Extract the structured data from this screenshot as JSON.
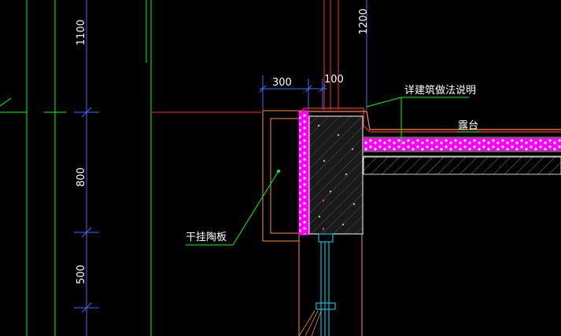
{
  "drawing": {
    "dimensions": {
      "dim_1100": "1100",
      "dim_800": "800",
      "dim_500": "500",
      "dim_1200": "1200",
      "dim_300": "300",
      "dim_100": "100"
    },
    "labels": {
      "detail_note": "详建筑做法说明",
      "terrace": "露台",
      "dry_hang_ceramic": "干挂陶板"
    },
    "colors": {
      "background": "#000000",
      "green": "#00ff00",
      "blue": "#3a6cff",
      "red": "#ff2a2a",
      "white": "#ffffff",
      "magenta": "#ff00ff",
      "cyan": "#00e5ff",
      "orange": "#ff8a3d"
    }
  }
}
